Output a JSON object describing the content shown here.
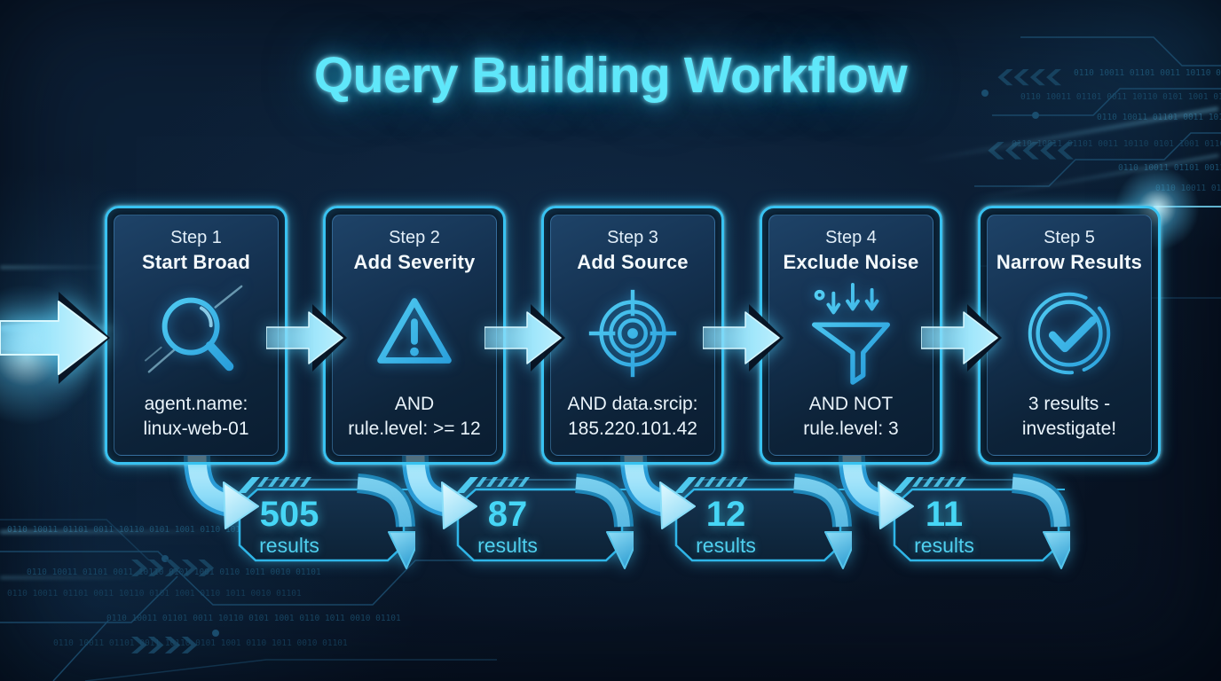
{
  "title": "Query Building Workflow",
  "steps": [
    {
      "step_label": "Step 1",
      "step_title": "Start Broad",
      "icon": "magnifier-icon",
      "query_line1": "agent.name:",
      "query_line2": "linux-web-01",
      "results_value": "505",
      "results_label": "results"
    },
    {
      "step_label": "Step 2",
      "step_title": "Add Severity",
      "icon": "warning-triangle-icon",
      "query_line1": "AND",
      "query_line2": "rule.level: >= 12",
      "results_value": "87",
      "results_label": "results"
    },
    {
      "step_label": "Step 3",
      "step_title": "Add Source",
      "icon": "target-icon",
      "query_line1": "AND data.srcip:",
      "query_line2": "185.220.101.42",
      "results_value": "12",
      "results_label": "results"
    },
    {
      "step_label": "Step 4",
      "step_title": "Exclude Noise",
      "icon": "funnel-icon",
      "query_line1": "AND NOT",
      "query_line2": "rule.level: 3",
      "results_value": "11",
      "results_label": "results"
    },
    {
      "step_label": "Step 5",
      "step_title": "Narrow Results",
      "icon": "check-circle-icon",
      "query_line1": "3 results -",
      "query_line2": "investigate!"
    }
  ],
  "colors": {
    "accent_cyan": "#35c3f2",
    "title_glow": "#5fe7fa",
    "card_border": "#38c2f1",
    "card_bg_top": "#1e4368",
    "card_bg_bottom": "#0a1d31",
    "arrow_fill": "#9fe6fb",
    "badge_number": "#46d6f6",
    "background": "#081426"
  },
  "decor": {
    "binary_row": "0110 10011 01101 0011 10110 0101 1001 0110 1011 0010 01101"
  }
}
